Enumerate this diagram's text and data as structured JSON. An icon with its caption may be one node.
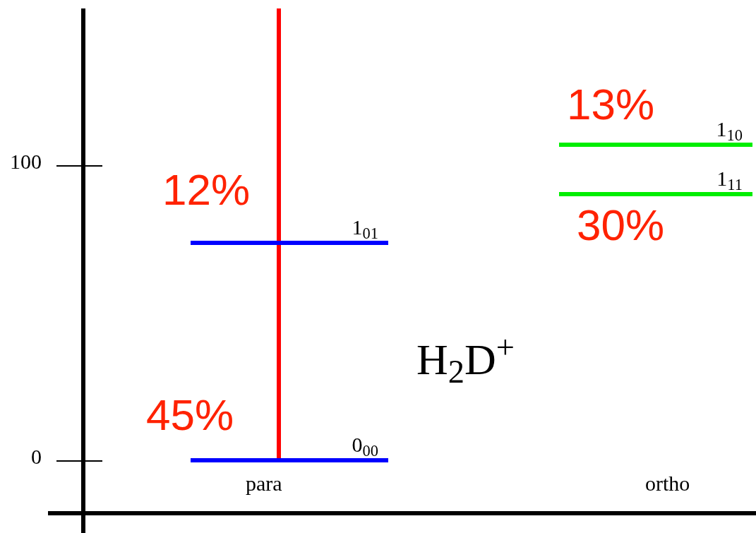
{
  "diagram": {
    "nodes": [
      {
        "text": [
          "1$_{01}$"
        ],
        "beside": [
          "12%"
        ]
      },
      {
        "text": [
          "0$_{00}$"
        ],
        "beside": [
          "45%"
        ]
      },
      {
        "text": [
          "1$_{10}$"
        ],
        "beside": [
          "13%"
        ]
      },
      {
        "text": [
          "1$_{11}$"
        ],
        "beside": [
          "30%"
        ]
      }
    ],
    "edges": [
      {
        "from": null,
        "to": 1,
        "arrow": "none"
      }
    ],
    "labels": [
      "100",
      "0",
      "H$_{2}$D$^{+}$",
      "para",
      "ortho"
    ]
  }
}
